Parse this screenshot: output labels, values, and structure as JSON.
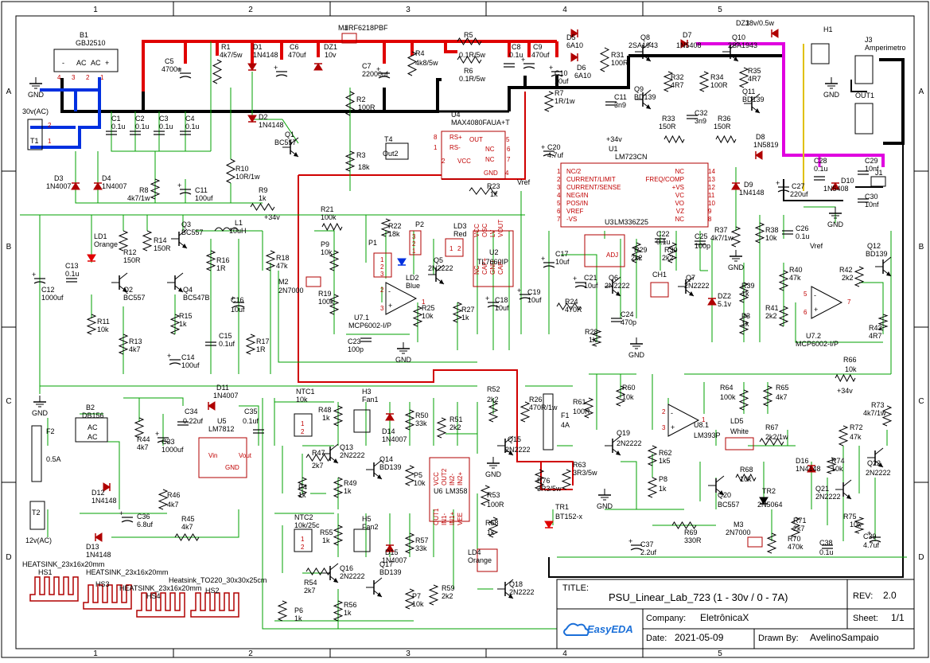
{
  "grid": {
    "columns": [
      "1",
      "2",
      "3",
      "4",
      "5"
    ],
    "rows": [
      "A",
      "B",
      "C",
      "D"
    ]
  },
  "title_block": {
    "title_label": "TITLE:",
    "title": "PSU_Linear_Lab_723 (1 - 30v / 0 - 7A)",
    "rev_label": "REV:",
    "rev": "2.0",
    "company_label": "Company:",
    "company": "EletrônicaX",
    "sheet_label": "Sheet:",
    "sheet": "1/1",
    "date_label": "Date:",
    "date": "2021-05-09",
    "drawn_label": "Drawn By:",
    "drawn_by": "AvelinoSampaio",
    "logo": "EasyEDA"
  },
  "components": [
    {
      "ref": "B1",
      "value": "GBJ2510"
    },
    {
      "ref": "T1",
      "value": "30v(AC)"
    },
    {
      "ref": "C5",
      "value": "4700u"
    },
    {
      "ref": "C1",
      "value": "0.1u"
    },
    {
      "ref": "C2",
      "value": "0.1u"
    },
    {
      "ref": "C3",
      "value": "0.1u"
    },
    {
      "ref": "C4",
      "value": "0.1u"
    },
    {
      "ref": "R1",
      "value": "4k7/5w"
    },
    {
      "ref": "D1",
      "value": "1N4148"
    },
    {
      "ref": "C6",
      "value": "470uf"
    },
    {
      "ref": "DZ1",
      "value": "10v"
    },
    {
      "ref": "M1",
      "value": "IRF6218PBF"
    },
    {
      "ref": "C7",
      "value": "22000uf"
    },
    {
      "ref": "R2",
      "value": "100R"
    },
    {
      "ref": "R3",
      "value": "18k"
    },
    {
      "ref": "R4",
      "value": "4k8/5w"
    },
    {
      "ref": "R5",
      "value": "0.1R/5w"
    },
    {
      "ref": "R6",
      "value": "0.1R/5w"
    },
    {
      "ref": "C8",
      "value": "0.1u"
    },
    {
      "ref": "C9",
      "value": "470uf"
    },
    {
      "ref": "C10",
      "value": "10uf"
    },
    {
      "ref": "D5",
      "value": "6A10"
    },
    {
      "ref": "D6",
      "value": "6A10"
    },
    {
      "ref": "R31",
      "value": "100R"
    },
    {
      "ref": "Q8",
      "value": "2SA1943"
    },
    {
      "ref": "D7",
      "value": "1N5408"
    },
    {
      "ref": "Q10",
      "value": "2SA1943"
    },
    {
      "ref": "DZ3",
      "value": "18v/0.5w"
    },
    {
      "ref": "H1",
      "value": ""
    },
    {
      "ref": "J3",
      "value": "Amperimetro"
    },
    {
      "ref": "OUT1",
      "value": ""
    },
    {
      "ref": "D2",
      "value": "1N4148"
    },
    {
      "ref": "Q1",
      "value": "BC557"
    },
    {
      "ref": "U4",
      "value": "MAX4080FAUA+T"
    },
    {
      "ref": "T4",
      "value": "Out2"
    },
    {
      "ref": "R7",
      "value": "1R/1w"
    },
    {
      "ref": "C11",
      "value": "3n9"
    },
    {
      "ref": "Q9",
      "value": "BD139"
    },
    {
      "ref": "R32",
      "value": "4R7"
    },
    {
      "ref": "R34",
      "value": "100R"
    },
    {
      "ref": "R35",
      "value": "4R7"
    },
    {
      "ref": "Q11",
      "value": "BD139"
    },
    {
      "ref": "C32",
      "value": "3n9"
    },
    {
      "ref": "R33",
      "value": "150R"
    },
    {
      "ref": "R36",
      "value": "150R"
    },
    {
      "ref": "D8",
      "value": "1N5819"
    },
    {
      "ref": "C20",
      "value": "4.7uf"
    },
    {
      "ref": "U1",
      "value": "LM723CN"
    },
    {
      "ref": "D3",
      "value": "1N4007"
    },
    {
      "ref": "D4",
      "value": "1N4007"
    },
    {
      "ref": "R8",
      "value": "4k7/1w"
    },
    {
      "ref": "C11b",
      "value": "100uf"
    },
    {
      "ref": "R10",
      "value": "10R/1w"
    },
    {
      "ref": "R9",
      "value": "1k"
    },
    {
      "ref": "R23",
      "value": "1k"
    },
    {
      "ref": "C28",
      "value": "0.1u"
    },
    {
      "ref": "C27",
      "value": "220uf"
    },
    {
      "ref": "D10",
      "value": "1N5408"
    },
    {
      "ref": "C29",
      "value": "10nf"
    },
    {
      "ref": "C30",
      "value": "10nf"
    },
    {
      "ref": "J1",
      "value": ""
    },
    {
      "ref": "D9",
      "value": "1N4148"
    },
    {
      "ref": "LD1",
      "value": "Orange"
    },
    {
      "ref": "R12",
      "value": "150R"
    },
    {
      "ref": "R14",
      "value": "150R"
    },
    {
      "ref": "Q3",
      "value": "BC557"
    },
    {
      "ref": "L1",
      "value": "10uH"
    },
    {
      "ref": "R16",
      "value": "1R"
    },
    {
      "ref": "C13",
      "value": "0.1u"
    },
    {
      "ref": "Q2",
      "value": "BC557"
    },
    {
      "ref": "Q4",
      "value": "BC547B"
    },
    {
      "ref": "C12",
      "value": "1000uf"
    },
    {
      "ref": "R11",
      "value": "10k"
    },
    {
      "ref": "R13",
      "value": "4k7"
    },
    {
      "ref": "R15",
      "value": "1k"
    },
    {
      "ref": "C14",
      "value": "100uf"
    },
    {
      "ref": "C15",
      "value": "0.1uf"
    },
    {
      "ref": "C16",
      "value": "10uf"
    },
    {
      "ref": "R17",
      "value": "1R"
    },
    {
      "ref": "R18",
      "value": "47k"
    },
    {
      "ref": "M2",
      "value": "2N7000"
    },
    {
      "ref": "R21",
      "value": "100k"
    },
    {
      "ref": "R22",
      "value": "18k"
    },
    {
      "ref": "P9",
      "value": "10k"
    },
    {
      "ref": "P1",
      "value": ""
    },
    {
      "ref": "P2",
      "value": ""
    },
    {
      "ref": "LD2",
      "value": "Blue"
    },
    {
      "ref": "LD3",
      "value": "Red"
    },
    {
      "ref": "Q5",
      "value": "2N2222"
    },
    {
      "ref": "U2",
      "value": "TL7660IP"
    },
    {
      "ref": "R19",
      "value": "100k"
    },
    {
      "ref": "U7.1",
      "value": "MCP6002-I/P"
    },
    {
      "ref": "R25",
      "value": "10k"
    },
    {
      "ref": "R27",
      "value": "1k"
    },
    {
      "ref": "C18",
      "value": "10uf"
    },
    {
      "ref": "C19",
      "value": "10uf"
    },
    {
      "ref": "C23",
      "value": "100p"
    },
    {
      "ref": "U3",
      "value": "LM336Z25"
    },
    {
      "ref": "C17",
      "value": "10uf"
    },
    {
      "ref": "C21",
      "value": "10uf"
    },
    {
      "ref": "R24",
      "value": "470R"
    },
    {
      "ref": "Q6",
      "value": "2N2222"
    },
    {
      "ref": "C24",
      "value": "470p"
    },
    {
      "ref": "R28",
      "value": "1k"
    },
    {
      "ref": "C22",
      "value": "0.1u"
    },
    {
      "ref": "C25",
      "value": "100p"
    },
    {
      "ref": "R29",
      "value": "2k2"
    },
    {
      "ref": "R30",
      "value": "2k2"
    },
    {
      "ref": "CH1",
      "value": ""
    },
    {
      "ref": "Q7",
      "value": "2N2222"
    },
    {
      "ref": "R37",
      "value": "4k7/1w"
    },
    {
      "ref": "R38",
      "value": "10k"
    },
    {
      "ref": "C26",
      "value": "0.1u"
    },
    {
      "ref": "R39",
      "value": "1k"
    },
    {
      "ref": "DZ2",
      "value": "5.1v"
    },
    {
      "ref": "P3",
      "value": "1k"
    },
    {
      "ref": "R40",
      "value": "47k"
    },
    {
      "ref": "R41",
      "value": "2k2"
    },
    {
      "ref": "R42",
      "value": "2k2"
    },
    {
      "ref": "Q12",
      "value": "BD139"
    },
    {
      "ref": "U7.2",
      "value": "MCP6002-I/P"
    },
    {
      "ref": "R43",
      "value": "4R7"
    },
    {
      "ref": "F2",
      "value": "0.5A"
    },
    {
      "ref": "B2",
      "value": "DB156"
    },
    {
      "ref": "R44",
      "value": "4k7"
    },
    {
      "ref": "C34",
      "value": "0.22uf"
    },
    {
      "ref": "D11",
      "value": "1N4007"
    },
    {
      "ref": "U5",
      "value": "LM7812"
    },
    {
      "ref": "C35",
      "value": "0.1uf"
    },
    {
      "ref": "C33",
      "value": "1000uf"
    },
    {
      "ref": "R46",
      "value": "4k7"
    },
    {
      "ref": "D12",
      "value": "1N4148"
    },
    {
      "ref": "T2",
      "value": "12v(AC)"
    },
    {
      "ref": "C36",
      "value": "6.8uf"
    },
    {
      "ref": "R45",
      "value": "4k7"
    },
    {
      "ref": "D13",
      "value": "1N4148"
    },
    {
      "ref": "NTC1",
      "value": "10k"
    },
    {
      "ref": "R48",
      "value": "1k"
    },
    {
      "ref": "H3",
      "value": "Fan1"
    },
    {
      "ref": "R50",
      "value": "33k"
    },
    {
      "ref": "R51",
      "value": "2k2"
    },
    {
      "ref": "D14",
      "value": "1N4007"
    },
    {
      "ref": "R47",
      "value": "2k7"
    },
    {
      "ref": "Q13",
      "value": "2N2222"
    },
    {
      "ref": "Q14",
      "value": "BD139"
    },
    {
      "ref": "P4",
      "value": "1k"
    },
    {
      "ref": "R49",
      "value": "1k"
    },
    {
      "ref": "P5",
      "value": "10k"
    },
    {
      "ref": "U6",
      "value": "LM358"
    },
    {
      "ref": "NTC2",
      "value": "10k/25c"
    },
    {
      "ref": "H5",
      "value": "Fan2"
    },
    {
      "ref": "R55",
      "value": "1k"
    },
    {
      "ref": "R57",
      "value": "33k"
    },
    {
      "ref": "Q17",
      "value": "BD139"
    },
    {
      "ref": "D15",
      "value": "1N4007"
    },
    {
      "ref": "R54",
      "value": "2k7"
    },
    {
      "ref": "Q16",
      "value": "2N2222"
    },
    {
      "ref": "P6",
      "value": "1k"
    },
    {
      "ref": "R56",
      "value": "1k"
    },
    {
      "ref": "P7",
      "value": "10k"
    },
    {
      "ref": "R59",
      "value": "2k2"
    },
    {
      "ref": "R52",
      "value": "2k2"
    },
    {
      "ref": "R26",
      "value": "470R/1w"
    },
    {
      "ref": "F1",
      "value": "4A"
    },
    {
      "ref": "Q15",
      "value": "2N2222"
    },
    {
      "ref": "R53",
      "value": "100R"
    },
    {
      "ref": "R76",
      "value": "3R3/5w"
    },
    {
      "ref": "R63",
      "value": "3R3/5w"
    },
    {
      "ref": "R58",
      "value": "1k"
    },
    {
      "ref": "LD4",
      "value": "Orange"
    },
    {
      "ref": "Q18",
      "value": "2N2222"
    },
    {
      "ref": "TR1",
      "value": "BT152-x"
    },
    {
      "ref": "R61",
      "value": "100R"
    },
    {
      "ref": "R60",
      "value": "10k"
    },
    {
      "ref": "Q19",
      "value": "2N2222"
    },
    {
      "ref": "R62",
      "value": "1k5"
    },
    {
      "ref": "P8",
      "value": "1k"
    },
    {
      "ref": "C37",
      "value": "2.2uf"
    },
    {
      "ref": "R64",
      "value": "100k"
    },
    {
      "ref": "R65",
      "value": "4k7"
    },
    {
      "ref": "U8.1",
      "value": "LM393P"
    },
    {
      "ref": "LD5",
      "value": "White"
    },
    {
      "ref": "R67",
      "value": "2k2/1w"
    },
    {
      "ref": "R68",
      "value": "10k"
    },
    {
      "ref": "Q20",
      "value": "BC557"
    },
    {
      "ref": "TR2",
      "value": "2N5064"
    },
    {
      "ref": "R69",
      "value": "330R"
    },
    {
      "ref": "M3",
      "value": "2N7000"
    },
    {
      "ref": "R70",
      "value": "470k"
    },
    {
      "ref": "R71",
      "value": "2k7"
    },
    {
      "ref": "D16",
      "value": "1N4148"
    },
    {
      "ref": "C38",
      "value": "0.1u"
    },
    {
      "ref": "R66",
      "value": "10k"
    },
    {
      "ref": "R72",
      "value": "47k"
    },
    {
      "ref": "R73",
      "value": "4k7/1w"
    },
    {
      "ref": "R74",
      "value": "10k"
    },
    {
      "ref": "Q21",
      "value": "2N2222"
    },
    {
      "ref": "Q22",
      "value": "2N2222"
    },
    {
      "ref": "R75",
      "value": "10k"
    },
    {
      "ref": "C39",
      "value": "4.7uf"
    }
  ],
  "heatsinks": [
    {
      "ref": "HS1",
      "value": "HEATSINK_23x16x20mm"
    },
    {
      "ref": "HS3",
      "value": "HEATSINK_23x16x20mm"
    },
    {
      "ref": "HS4",
      "value": "HEATSINK_23x16x20mm"
    },
    {
      "ref": "HS2",
      "value": "Heatsink_TO220_30x30x25cm"
    }
  ],
  "net_labels": {
    "gnd": "GND",
    "v34": "+34v",
    "vref": "Vref"
  },
  "u1_pins": {
    "left": [
      "NC/2",
      "CURRENT/LIMIT",
      "CURRENT/SENSE",
      "NEG/IN",
      "POS/IN",
      "VREF",
      "-VS"
    ],
    "right": [
      "NC",
      "FREQ/COMP",
      "+VS",
      "VC",
      "VO",
      "VZ",
      "NC"
    ],
    "left_nums": [
      "1",
      "2",
      "3",
      "4",
      "5",
      "6",
      "7"
    ],
    "right_nums": [
      "14",
      "13",
      "12",
      "11",
      "10",
      "9",
      "8"
    ]
  },
  "u4_pins": {
    "labels": [
      "RS+",
      "RS-",
      "VCC",
      "NC",
      "NC",
      "GND",
      "OUT"
    ],
    "nums": [
      "8",
      "1",
      "2",
      "6",
      "7",
      "4",
      "5"
    ]
  },
  "u2_pins": {
    "labels": [
      "VCC",
      "OSC",
      "LV",
      "VOUT",
      "NC",
      "CAP+",
      "GND",
      "CAP-"
    ]
  },
  "u6_pins": {
    "labels": [
      "VCC",
      "OUT2",
      "IN2-",
      "IN2+",
      "OUT1",
      "IN1-",
      "IN1+",
      "VEE"
    ]
  },
  "colors": {
    "wire": "#00a000",
    "power_red": "#e00000",
    "bus_black": "#000000",
    "bus_blue": "#0030e0",
    "bus_magenta": "#e000e0",
    "thin_red": "#d00000",
    "yellow": "#e0c000",
    "body_red": "#b00000"
  }
}
